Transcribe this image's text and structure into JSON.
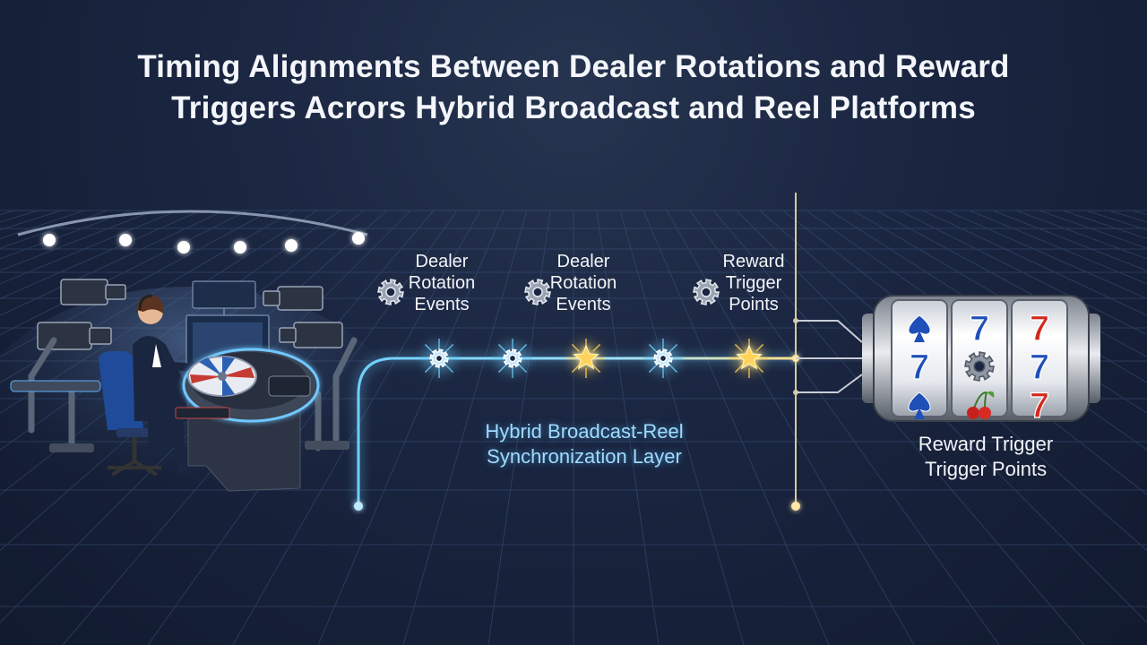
{
  "title": {
    "line1": "Timing Alignments Between Dealer Rotations and Reward",
    "line2": "Triggers Acrors Hybrid Broadcast and Reel Platforms"
  },
  "labels": [
    {
      "line1": "Dealer",
      "line2": "Rotation",
      "line3": "Events"
    },
    {
      "line1": "Dealer",
      "line2": "Rotation",
      "line3": "Events"
    },
    {
      "line1": "Reward",
      "line2": "Trigger",
      "line3": "Points"
    }
  ],
  "sync_layer": {
    "line1": "Hybrid Broadcast-Reel",
    "line2": "Synchronization Layer"
  },
  "reward_label": {
    "line1": "Reward Trigger",
    "line2": "Trigger Points"
  },
  "timeline": {
    "nodes": [
      {
        "kind": "gear"
      },
      {
        "kind": "gear"
      },
      {
        "kind": "star"
      },
      {
        "kind": "gear"
      },
      {
        "kind": "star"
      }
    ]
  },
  "slot_reels": [
    [
      "spade-suit",
      "seven",
      "spade-suit"
    ],
    [
      "seven",
      "gear",
      "cherry"
    ],
    [
      "seven",
      "seven",
      "seven"
    ]
  ],
  "icons": {
    "label_icon": "gear-icon",
    "dealer": "dealer-icon",
    "cameras": "camera-icon"
  },
  "colors": {
    "background": "#1a2540",
    "timeline_blue": "#6fd0ff",
    "timeline_gold": "#ffd35a",
    "seven_blue": "#1f4fb8",
    "seven_red": "#d2291f"
  }
}
